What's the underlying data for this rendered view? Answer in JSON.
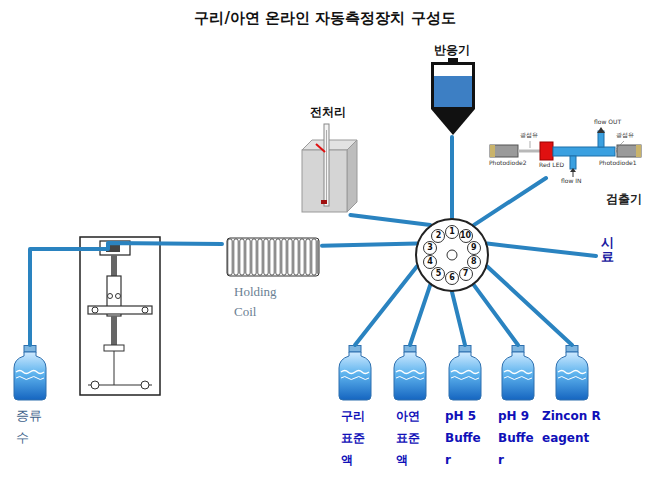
{
  "diagram": {
    "title": "구리/아연 온라인 자동측정장치 구성도",
    "nodes": [
      {
        "text": [
          "1",
          "2",
          "3",
          "4",
          "5",
          "6",
          "7",
          "8",
          "9",
          "10"
        ]
      },
      {
        "text": [
          "반응기"
        ]
      },
      {
        "text": [
          "전처리"
        ]
      },
      {
        "text": [
          "검출기"
        ]
      },
      {
        "text": [
          "시료"
        ]
      },
      {
        "text": [
          "Holding Coil"
        ]
      },
      {
        "text": [
          "증류수"
        ]
      },
      {
        "text": [
          "구리표준액"
        ]
      },
      {
        "text": [
          "아연표준액"
        ]
      },
      {
        "text": [
          "pH 5 Buffer"
        ]
      },
      {
        "text": [
          "pH 9 Buffer"
        ]
      },
      {
        "text": [
          "Zincon Reagent"
        ]
      }
    ],
    "edges": [
      {
        "from": 1,
        "to": 0,
        "arrow": "none"
      },
      {
        "from": 2,
        "to": 0,
        "arrow": "none"
      },
      {
        "from": 3,
        "to": 0,
        "arrow": "none"
      },
      {
        "from": 4,
        "to": 0,
        "arrow": "none"
      },
      {
        "from": 5,
        "to": 0,
        "arrow": "none"
      },
      {
        "from": 6,
        "to": 5,
        "arrow": "none"
      },
      {
        "from": 7,
        "to": 0,
        "arrow": "none"
      },
      {
        "from": 8,
        "to": 0,
        "arrow": "none"
      },
      {
        "from": 9,
        "to": 0,
        "arrow": "none"
      },
      {
        "from": 10,
        "to": 0,
        "arrow": "none"
      },
      {
        "from": 11,
        "to": 0,
        "arrow": "none"
      }
    ],
    "labels": [
      "Photodiode2",
      "Red LED",
      "flow OUT",
      "flow IN",
      "Photodiode1",
      "광섬유",
      "광섬유"
    ]
  }
}
